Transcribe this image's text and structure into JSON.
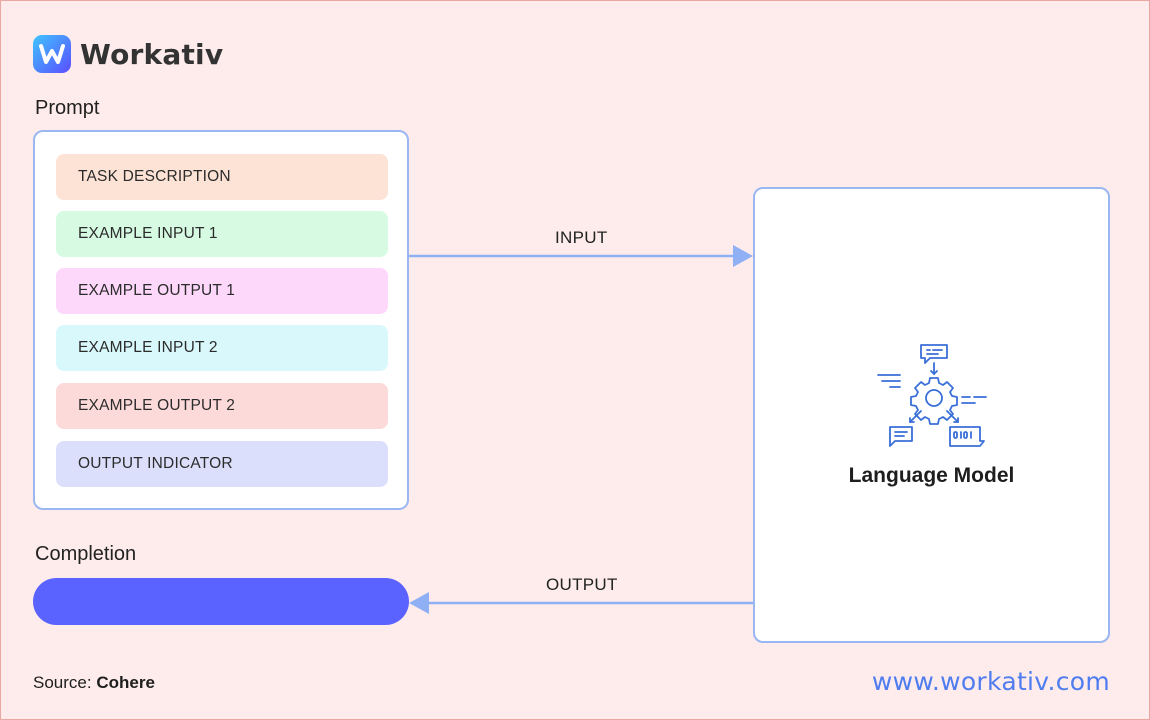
{
  "brand": {
    "name": "Workativ",
    "accent": "#4f7df0",
    "logo_icon": "workativ-logo-icon"
  },
  "prompt": {
    "label": "Prompt",
    "items": [
      {
        "label": "TASK DESCRIPTION",
        "color": "#fde2d6"
      },
      {
        "label": "EXAMPLE INPUT 1",
        "color": "#d6fbe2"
      },
      {
        "label": "EXAMPLE OUTPUT 1",
        "color": "#fdd8fa"
      },
      {
        "label": "EXAMPLE INPUT 2",
        "color": "#d8f8fb"
      },
      {
        "label": "EXAMPLE OUTPUT 2",
        "color": "#fddada"
      },
      {
        "label": "OUTPUT INDICATOR",
        "color": "#dcdffc"
      }
    ]
  },
  "model": {
    "title": "Language Model",
    "icon": "language-model-icon"
  },
  "arrows": {
    "input_label": "INPUT",
    "output_label": "OUTPUT",
    "color": "#8fb0f4"
  },
  "completion": {
    "label": "Completion",
    "color": "#5a62ff"
  },
  "footer": {
    "source_prefix": "Source:",
    "source_name": "Cohere",
    "website": "www.workativ.com"
  }
}
